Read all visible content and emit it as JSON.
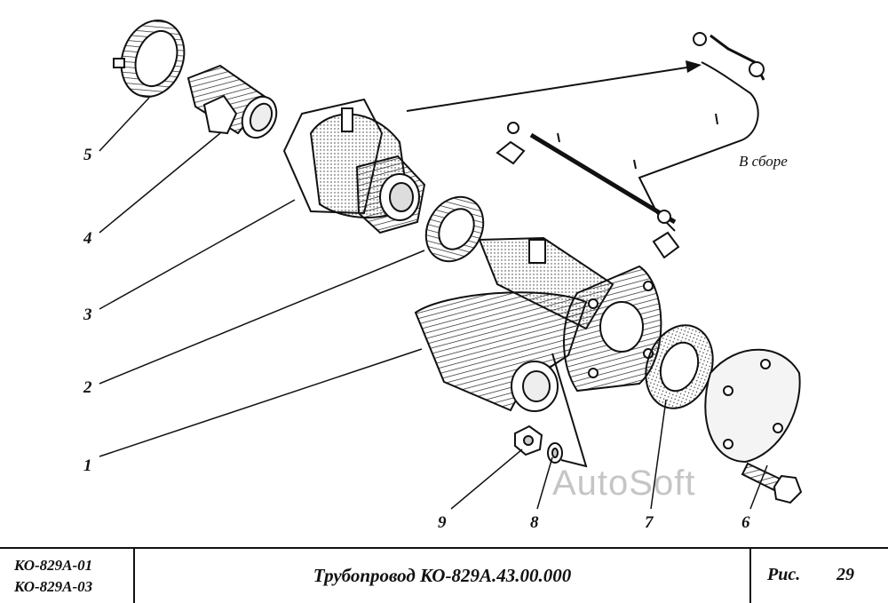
{
  "callouts": [
    "1",
    "2",
    "3",
    "4",
    "5",
    "6",
    "7",
    "8",
    "9"
  ],
  "assembly_label": "В сборе",
  "watermark": "AutoSoft",
  "title_block": {
    "models": [
      "КО-829А-01",
      "КО-829А-03"
    ],
    "title": "Трубопровод КО-829А.43.00.000",
    "figure_label": "Рис.",
    "figure_number": "29"
  }
}
